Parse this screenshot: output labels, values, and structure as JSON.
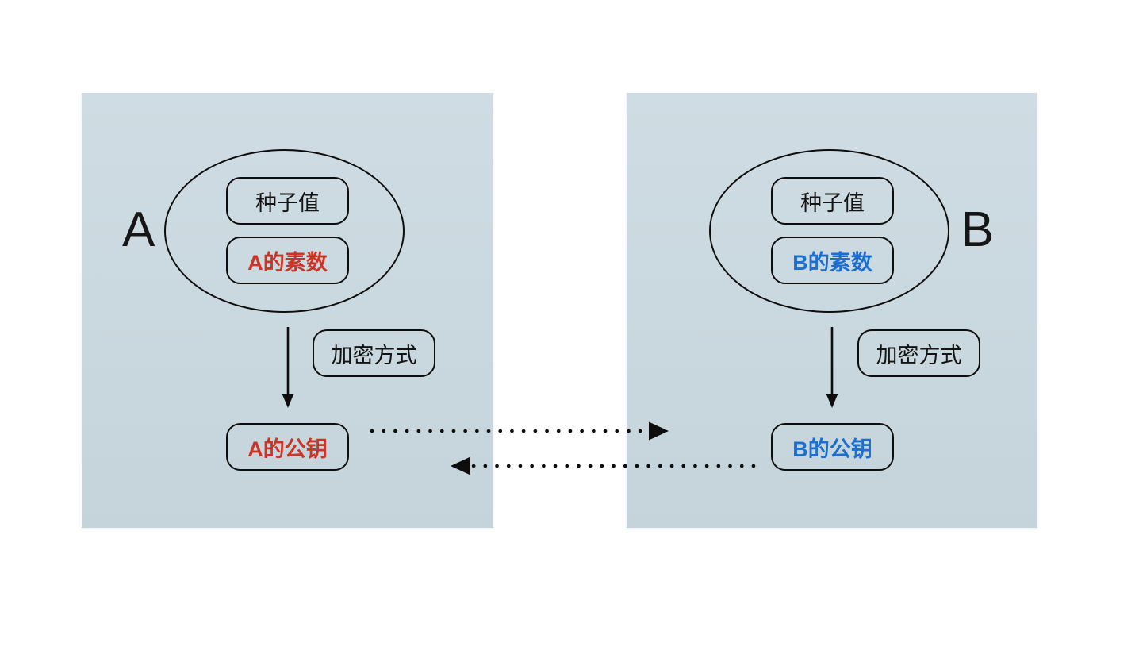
{
  "colors": {
    "ink": "#0d0d0d",
    "red": "#cc3425",
    "blue": "#1c6fd2",
    "panel-top": "#cfdce3",
    "panel-bottom": "#c5d4db"
  },
  "party_a": {
    "label": "A",
    "seed": "种子值",
    "prime": "A的素数",
    "method": "加密方式",
    "public_key": "A的公钥"
  },
  "party_b": {
    "label": "B",
    "seed": "种子值",
    "prime": "B的素数",
    "method": "加密方式",
    "public_key": "B的公钥"
  }
}
